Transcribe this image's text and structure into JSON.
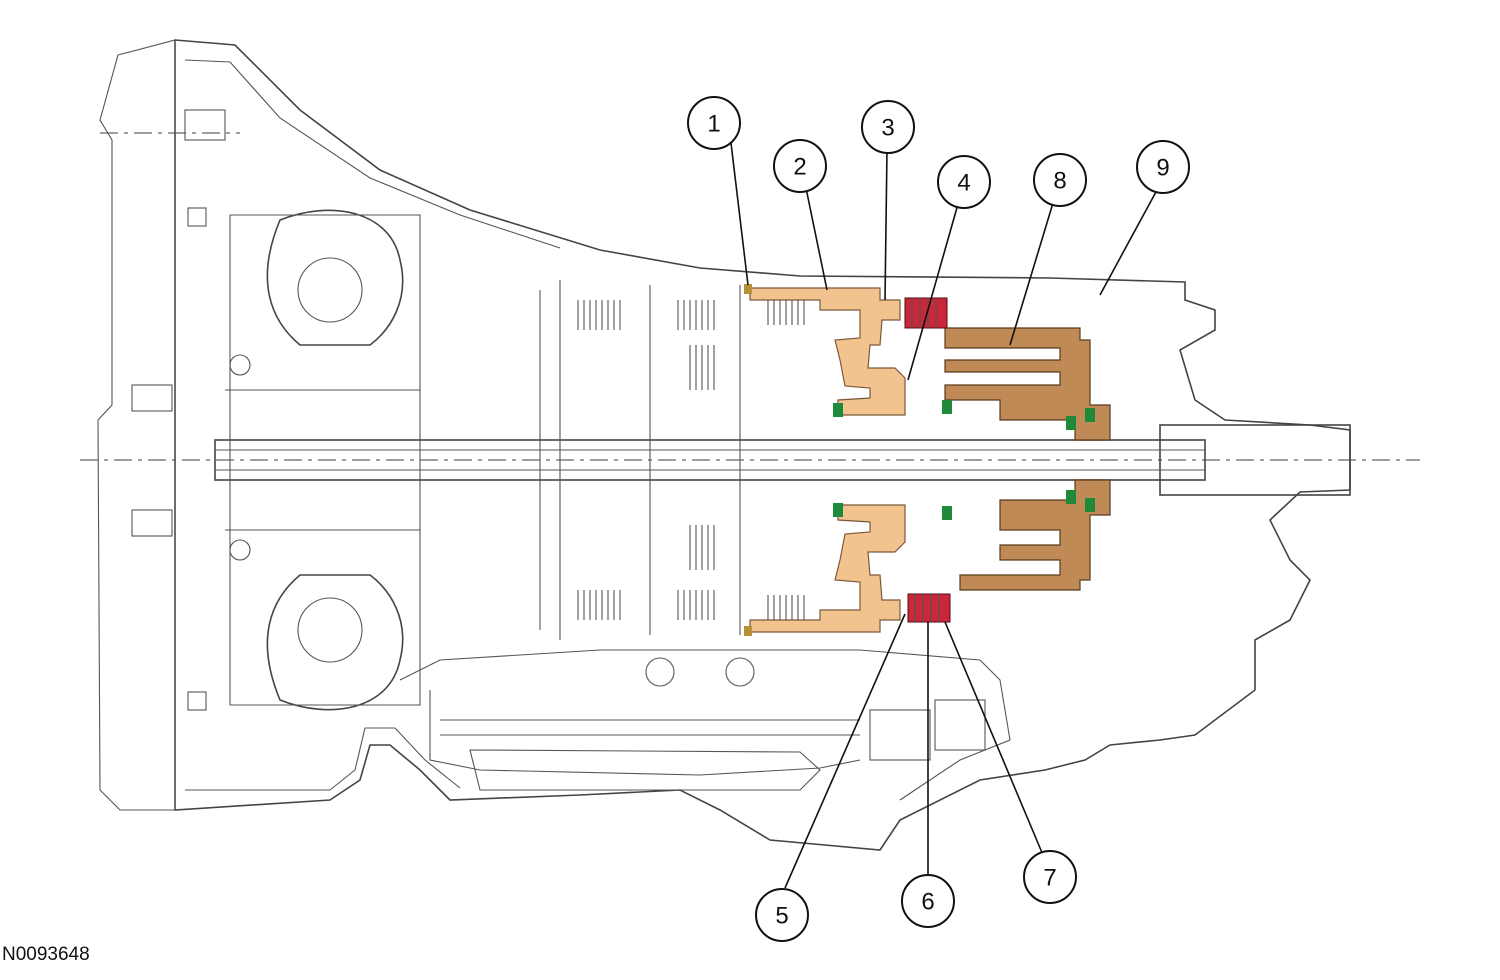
{
  "figure_id": "N0093648",
  "callouts": [
    {
      "num": "1",
      "cx": 0,
      "cy": 0
    },
    {
      "num": "2"
    },
    {
      "num": "3"
    },
    {
      "num": "4"
    },
    {
      "num": "5"
    },
    {
      "num": "6"
    },
    {
      "num": "7"
    },
    {
      "num": "8"
    },
    {
      "num": "9"
    }
  ],
  "colors": {
    "light_tan": "#f2c38e",
    "dark_tan": "#c08a56",
    "red": "#c8283a",
    "green": "#1f8a3a",
    "outline": "#444444"
  }
}
